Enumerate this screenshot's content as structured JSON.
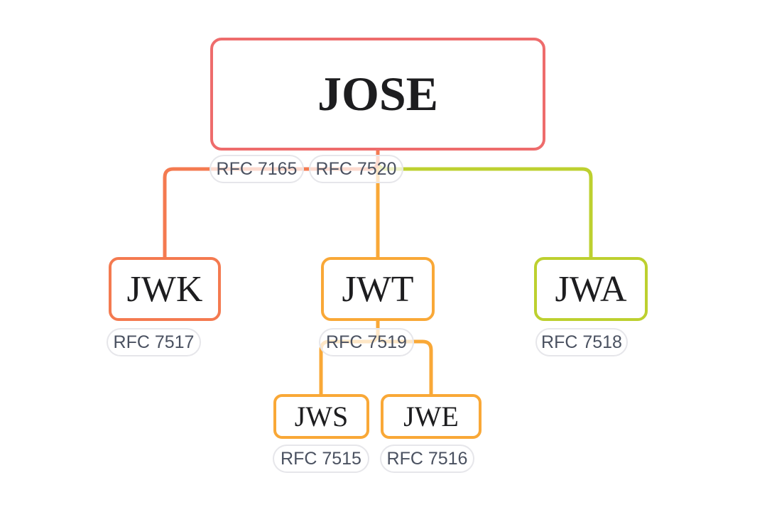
{
  "diagram": {
    "type": "tree",
    "topic": "JOSE standards family with RFC tags",
    "background_color": "#ffffff",
    "nodes": [
      {
        "id": "jose",
        "label": "JOSE",
        "level": 0,
        "parent": null,
        "border_color": "#ee6c6c",
        "rfc_tags": [
          "RFC 7165",
          "RFC 7520"
        ]
      },
      {
        "id": "jwk",
        "label": "JWK",
        "level": 1,
        "parent": "jose",
        "border_color": "#f47a50",
        "rfc_tags": [
          "RFC 7517"
        ]
      },
      {
        "id": "jwt",
        "label": "JWT",
        "level": 1,
        "parent": "jose",
        "border_color": "#f9a837",
        "rfc_tags": [
          "RFC 7519"
        ]
      },
      {
        "id": "jwa",
        "label": "JWA",
        "level": 1,
        "parent": "jose",
        "border_color": "#bdd02f",
        "rfc_tags": [
          "RFC 7518"
        ]
      },
      {
        "id": "jws",
        "label": "JWS",
        "level": 2,
        "parent": "jwt",
        "border_color": "#f9a837",
        "rfc_tags": [
          "RFC 7515"
        ]
      },
      {
        "id": "jwe",
        "label": "JWE",
        "level": 2,
        "parent": "jwt",
        "border_color": "#f9a837",
        "rfc_tags": [
          "RFC 7516"
        ]
      }
    ],
    "edges": [
      {
        "from": "jose",
        "to": "jwa",
        "color": "#bdd02f"
      },
      {
        "from": "jose",
        "to": "jwt",
        "color": "#f9a837"
      },
      {
        "from": "jose",
        "to": "jwk",
        "color": "#f47a50"
      },
      {
        "from": "jwt",
        "to": "jws",
        "color": "#f9a837"
      },
      {
        "from": "jwt",
        "to": "jwe",
        "color": "#f9a837"
      }
    ],
    "tag_style": {
      "border_color": "#e6e6ea",
      "text_color": "#4a5160"
    },
    "node_text_color": "#1d1d1f"
  }
}
